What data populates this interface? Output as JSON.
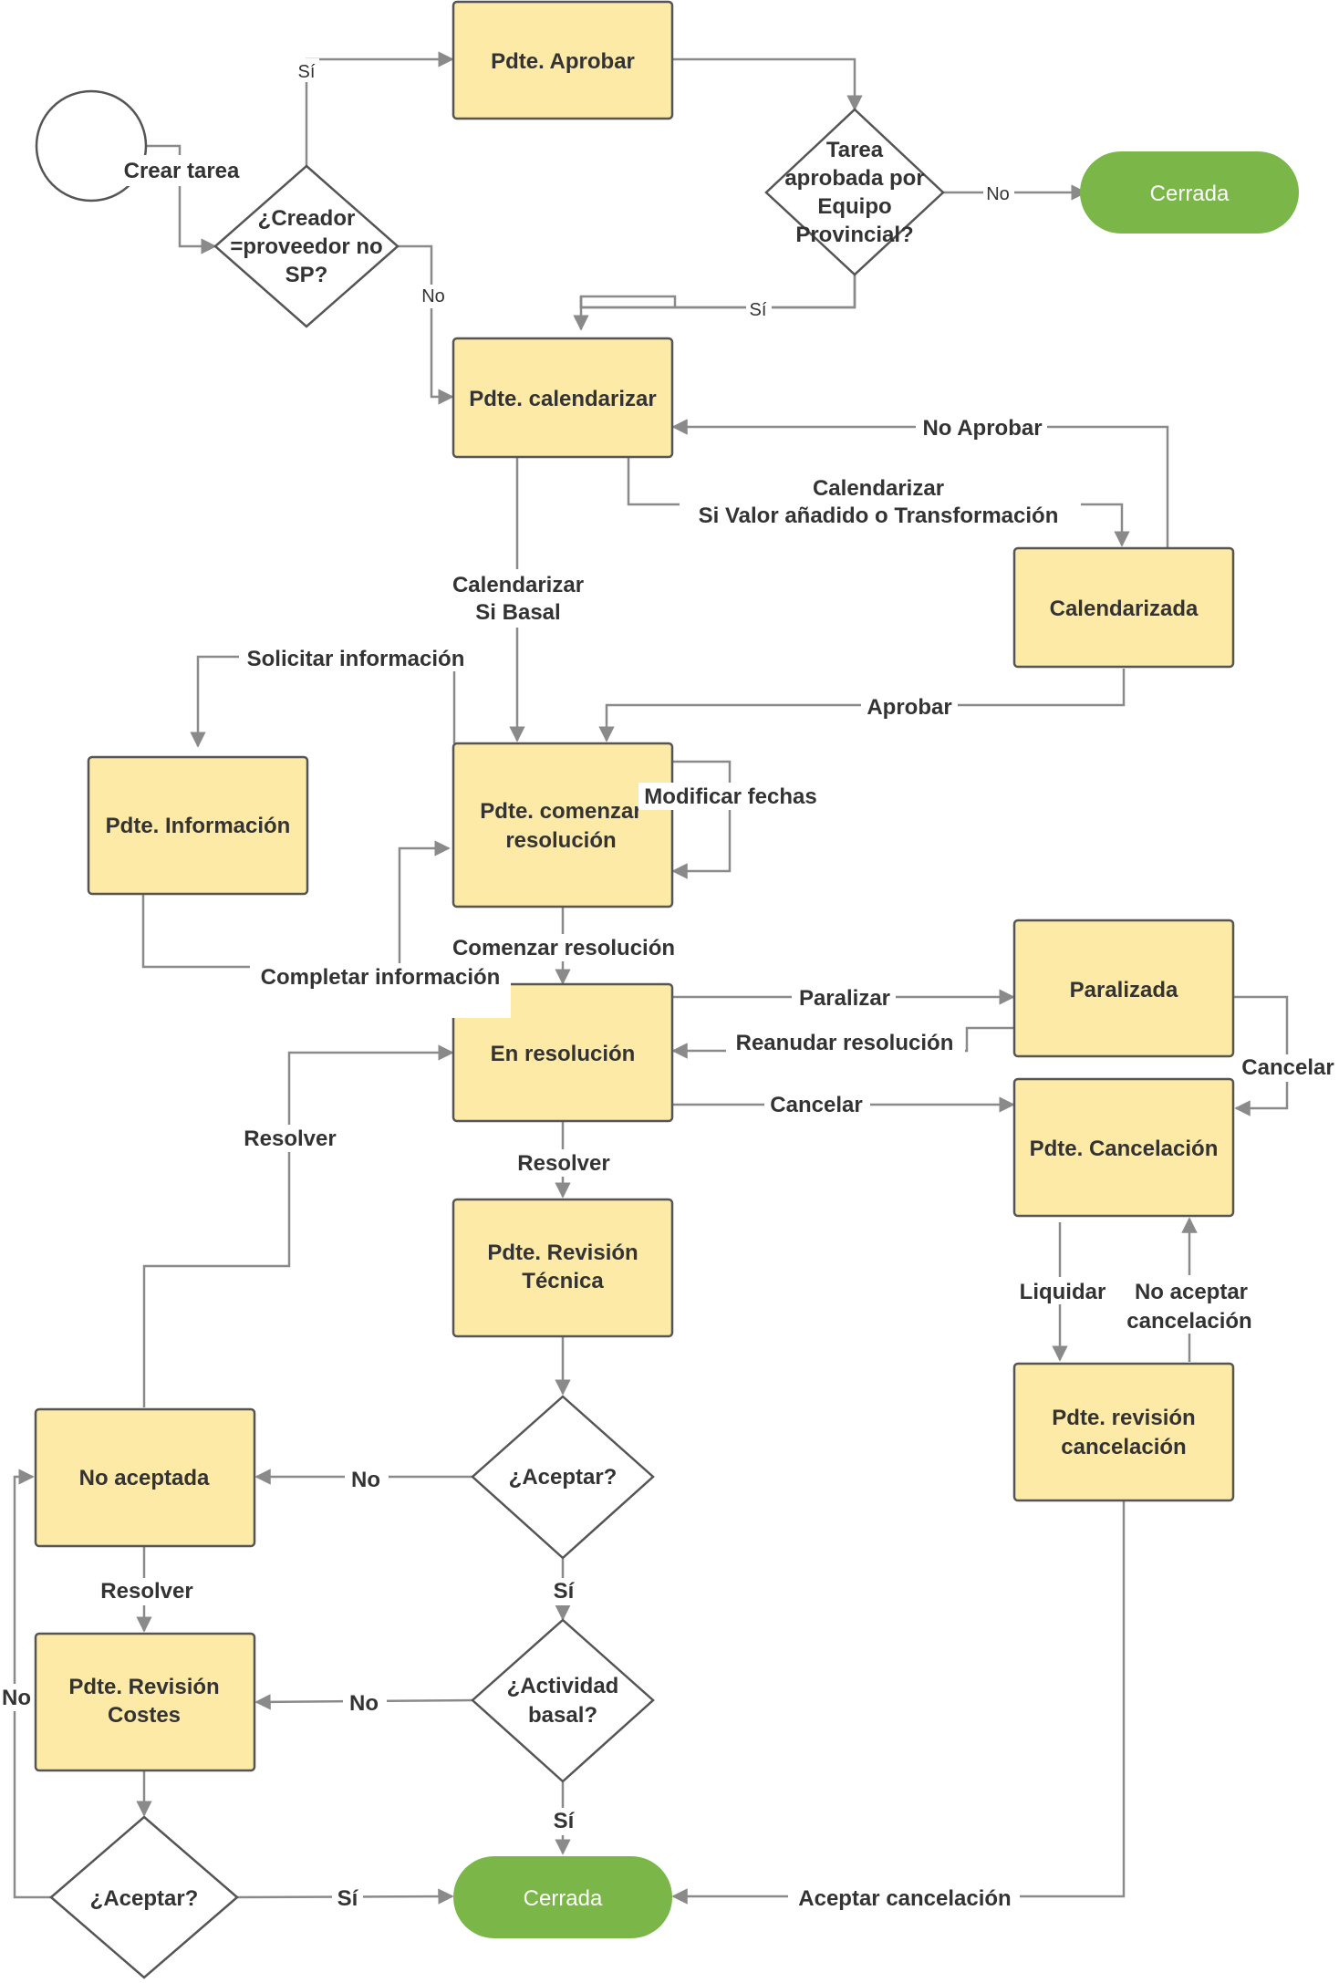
{
  "colors": {
    "process_fill": "#fdeaa7",
    "terminal_fill": "#7ab648",
    "edge": "#8a8a8a",
    "text": "#333333"
  },
  "start": {
    "label": "Crear tarea"
  },
  "nodes": {
    "pdte_aprobar": "Pdte. Aprobar",
    "cerrada_top": "Cerrada",
    "pdte_calendarizar": "Pdte. calendarizar",
    "calendarizada": "Calendarizada",
    "pdte_informacion": "Pdte. Información",
    "pdte_comenzar_1": "Pdte. comenzar",
    "pdte_comenzar_2": "resolución",
    "en_resolucion": "En resolución",
    "paralizada": "Paralizada",
    "pdte_cancelacion": "Pdte. Cancelación",
    "pdte_revision_tecnica_1": "Pdte. Revisión",
    "pdte_revision_tecnica_2": "Técnica",
    "pdte_revision_cancel_1": "Pdte. revisión",
    "pdte_revision_cancel_2": "cancelación",
    "no_aceptada": "No aceptada",
    "pdte_revision_costes_1": "Pdte. Revisión",
    "pdte_revision_costes_2": "Costes",
    "cerrada_bottom": "Cerrada"
  },
  "decisions": {
    "creador_1": "¿Creador",
    "creador_2": "=proveedor no",
    "creador_3": "SP?",
    "tarea_1": "Tarea",
    "tarea_2": "aprobada por",
    "tarea_3": "Equipo",
    "tarea_4": "Provincial?",
    "aceptar_1": "¿Aceptar?",
    "actividad_1": "¿Actividad",
    "actividad_2": "basal?",
    "aceptar_2": "¿Aceptar?"
  },
  "edges": {
    "si_1": "Sí",
    "no_1": "No",
    "no_2": "No",
    "si_2": "Sí",
    "no_aprobar": "No Aprobar",
    "calendarizar_valor_1": "Calendarizar",
    "calendarizar_valor_2": "Si Valor añadido o Transformación",
    "calendarizar_basal_1": "Calendarizar",
    "calendarizar_basal_2": "Si Basal",
    "solicitar_info": "Solicitar información",
    "aprobar": "Aprobar",
    "modificar_fechas": "Modificar fechas",
    "comenzar_resolucion": "Comenzar resolución",
    "completar_info": "Completar información",
    "paralizar": "Paralizar",
    "reanudar": "Reanudar resolución",
    "cancelar_1": "Cancelar",
    "cancelar_2": "Cancelar",
    "resolver_1": "Resolver",
    "resolver_2": "Resolver",
    "resolver_3": "Resolver",
    "liquidar": "Liquidar",
    "no_aceptar_cancel_1": "No aceptar",
    "no_aceptar_cancel_2": "cancelación",
    "no_3": "No",
    "si_3": "Sí",
    "no_4": "No",
    "si_4": "Sí",
    "no_5": "No",
    "si_5": "Sí",
    "aceptar_cancelacion": "Aceptar cancelación"
  }
}
